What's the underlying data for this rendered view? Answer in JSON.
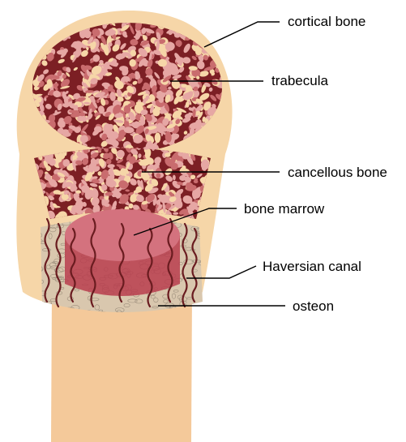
{
  "colors": {
    "cortical": "#f6d6a8",
    "bone_shaft": "#f4c99a",
    "trabecula_dark": "#7c1f24",
    "trabecula_mid": "#c96c6e",
    "trabecula_light": "#e6a7a4",
    "marrow": "#b83d4d",
    "marrow_light": "#d4727e",
    "haversian": "#6a1c20",
    "osteon": "#d9c7ae",
    "leader_line": "#000000"
  },
  "labels": {
    "cortical_bone": "cortical bone",
    "trabecula": "trabecula",
    "cancellous_bone": "cancellous bone",
    "bone_marrow": "bone marrow",
    "haversian_canal": "Haversian canal",
    "osteon": "osteon"
  }
}
